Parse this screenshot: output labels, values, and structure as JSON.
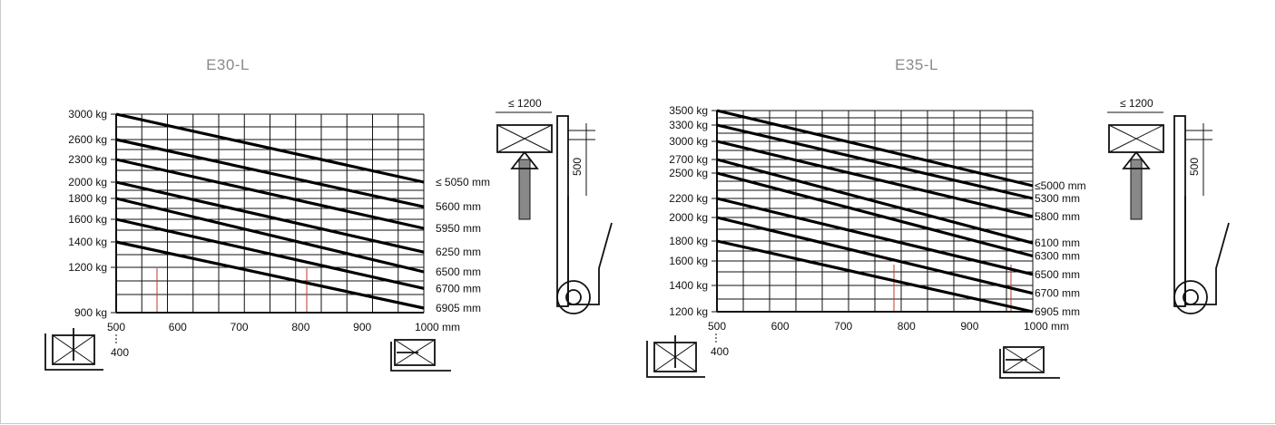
{
  "chart_data": [
    {
      "type": "line",
      "title": "E30-L",
      "x_unit": "mm",
      "xlim": [
        500,
        1000
      ],
      "x_ticks": [
        500,
        600,
        700,
        800,
        900,
        1000
      ],
      "x_tick_labels": [
        "500",
        "600",
        "700",
        "800",
        "900",
        "1000"
      ],
      "x_end_label": "1000 mm",
      "y_tick_values": [
        3000,
        2600,
        2300,
        2000,
        1800,
        1600,
        1400,
        1200,
        900
      ],
      "y_tick_labels": [
        "3000 kg",
        "2600 kg",
        "2300 kg",
        "2000 kg",
        "1800 kg",
        "1600 kg",
        "1400 kg",
        "1200 kg",
        "900 kg"
      ],
      "grid": true,
      "series": [
        {
          "name": "≤ 5050 mm",
          "x": [
            500,
            1000
          ],
          "y": [
            3000,
            2000
          ]
        },
        {
          "name": "5600 mm",
          "x": [
            500,
            1000
          ],
          "y": [
            2600,
            1720
          ]
        },
        {
          "name": "5950 mm",
          "x": [
            500,
            1000
          ],
          "y": [
            2300,
            1520
          ]
        },
        {
          "name": "6250 mm",
          "x": [
            500,
            1000
          ],
          "y": [
            2000,
            1320
          ]
        },
        {
          "name": "6500 mm",
          "x": [
            500,
            1000
          ],
          "y": [
            1800,
            1170
          ]
        },
        {
          "name": "6700 mm",
          "x": [
            500,
            1000
          ],
          "y": [
            1600,
            1060
          ]
        },
        {
          "name": "6905 mm",
          "x": [
            500,
            1000
          ],
          "y": [
            1400,
            930
          ]
        }
      ],
      "side_labels": {
        "width": "≤ 1200",
        "height": "500",
        "origin": "400"
      }
    },
    {
      "type": "line",
      "title": "E35-L",
      "x_unit": "mm",
      "xlim": [
        500,
        1000
      ],
      "x_ticks": [
        500,
        600,
        700,
        800,
        900,
        1000
      ],
      "x_tick_labels": [
        "500",
        "600",
        "700",
        "800",
        "900",
        "1000"
      ],
      "x_end_label": "1000 mm",
      "y_tick_values": [
        3500,
        3300,
        3000,
        2700,
        2500,
        2200,
        2000,
        1800,
        1600,
        1400,
        1200
      ],
      "y_tick_labels": [
        "3500 kg",
        "3300 kg",
        "3000 kg",
        "2700 kg",
        "2500 kg",
        "2200 kg",
        "2000 kg",
        "1800 kg",
        "1600 kg",
        "1400 kg",
        "1200 kg"
      ],
      "grid": true,
      "series": [
        {
          "name": "≤5000 mm",
          "x": [
            500,
            1000
          ],
          "y": [
            3500,
            2350
          ]
        },
        {
          "name": "5300 mm",
          "x": [
            500,
            1000
          ],
          "y": [
            3300,
            2200
          ]
        },
        {
          "name": "5800 mm",
          "x": [
            500,
            1000
          ],
          "y": [
            3000,
            2010
          ]
        },
        {
          "name": "6100 mm",
          "x": [
            500,
            1000
          ],
          "y": [
            2700,
            1780
          ]
        },
        {
          "name": "6300 mm",
          "x": [
            500,
            1000
          ],
          "y": [
            2500,
            1650
          ]
        },
        {
          "name": "6500 mm",
          "x": [
            500,
            1000
          ],
          "y": [
            2200,
            1490
          ]
        },
        {
          "name": "6700 mm",
          "x": [
            500,
            1000
          ],
          "y": [
            2000,
            1340
          ]
        },
        {
          "name": "6905 mm",
          "x": [
            500,
            1000
          ],
          "y": [
            1800,
            1200
          ]
        }
      ],
      "side_labels": {
        "width": "≤ 1200",
        "height": "500",
        "origin": "400"
      }
    }
  ],
  "colors": {
    "line": "#000000",
    "grid": "#111111",
    "accent_grid": "#c23a2a",
    "title": "#8a8a8a"
  }
}
